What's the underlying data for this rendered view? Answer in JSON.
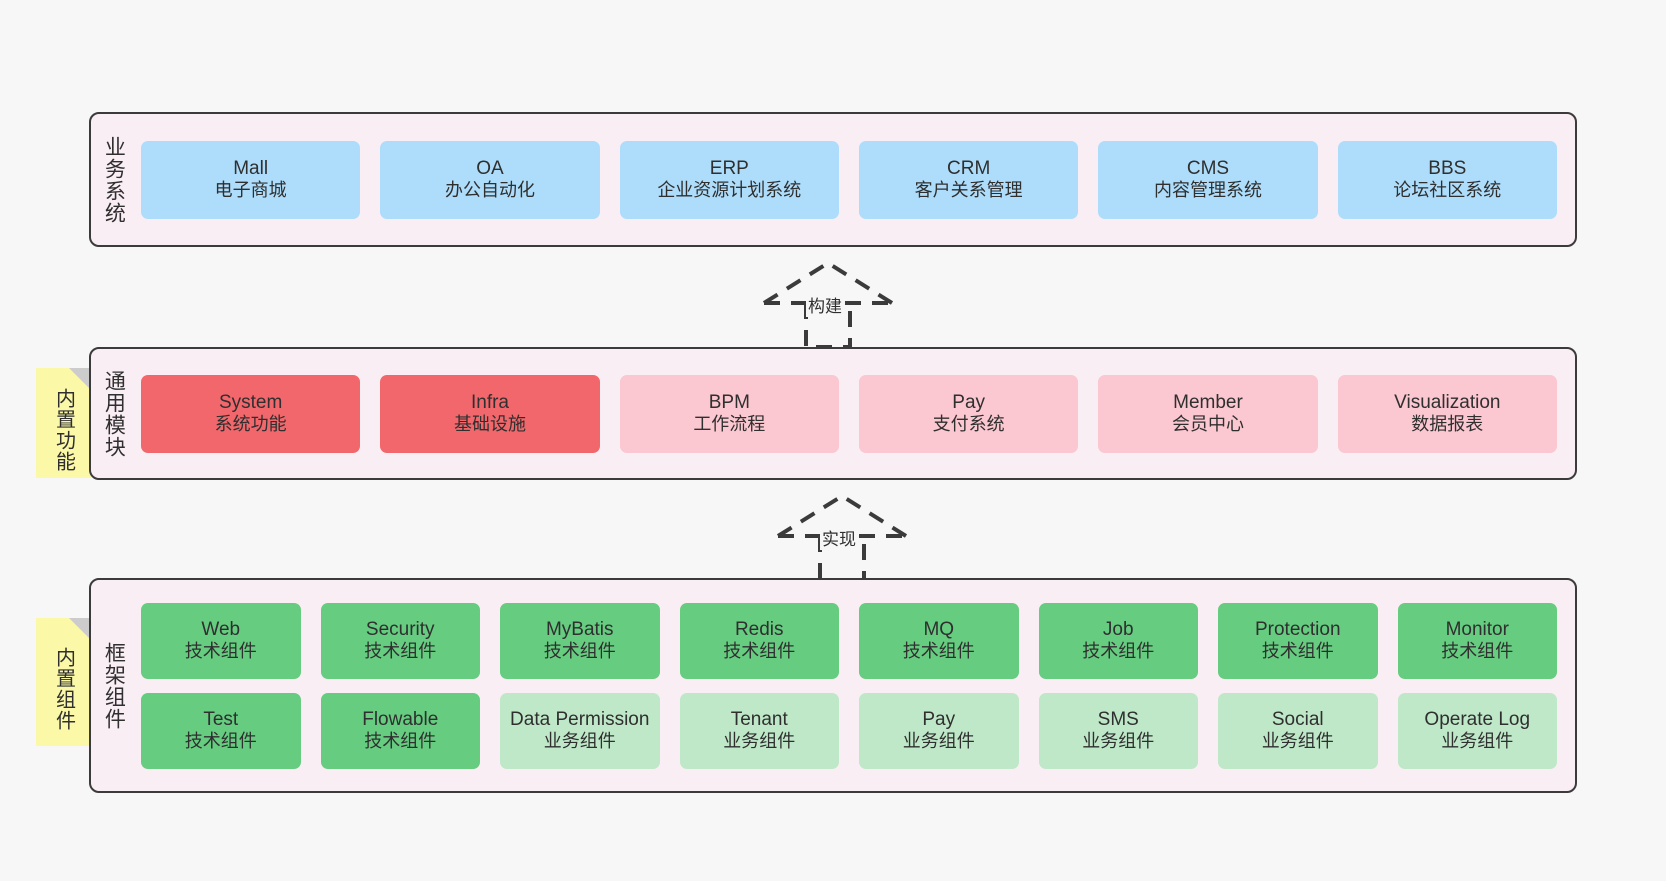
{
  "palette": {
    "background": "#f7f7f7",
    "layer_fill": "#faeef5",
    "layer_border": "#3b3b3b",
    "blue": "#aeddfb",
    "red": "#f2676c",
    "pink": "#fbc7d0",
    "green": "#66cc80",
    "light_green": "#bfe8c8",
    "note_yellow": "#fbf8a8",
    "note_fold": "#cccccc"
  },
  "layers": {
    "business": {
      "title": "业务系统",
      "cards": [
        {
          "en": "Mall",
          "cn": "电子商城",
          "color": "blue"
        },
        {
          "en": "OA",
          "cn": "办公自动化",
          "color": "blue"
        },
        {
          "en": "ERP",
          "cn": "企业资源计划系统",
          "color": "blue"
        },
        {
          "en": "CRM",
          "cn": "客户关系管理",
          "color": "blue"
        },
        {
          "en": "CMS",
          "cn": "内容管理系统",
          "color": "blue"
        },
        {
          "en": "BBS",
          "cn": "论坛社区系统",
          "color": "blue"
        }
      ]
    },
    "common": {
      "title": "通用模块",
      "note": "内置功能",
      "cards": [
        {
          "en": "System",
          "cn": "系统功能",
          "color": "red"
        },
        {
          "en": "Infra",
          "cn": "基础设施",
          "color": "red"
        },
        {
          "en": "BPM",
          "cn": "工作流程",
          "color": "pink"
        },
        {
          "en": "Pay",
          "cn": "支付系统",
          "color": "pink"
        },
        {
          "en": "Member",
          "cn": "会员中心",
          "color": "pink"
        },
        {
          "en": "Visualization",
          "cn": "数据报表",
          "color": "pink"
        }
      ]
    },
    "framework": {
      "title": "框架组件",
      "note": "内置组件",
      "row1": [
        {
          "en": "Web",
          "cn": "技术组件",
          "color": "green"
        },
        {
          "en": "Security",
          "cn": "技术组件",
          "color": "green"
        },
        {
          "en": "MyBatis",
          "cn": "技术组件",
          "color": "green"
        },
        {
          "en": "Redis",
          "cn": "技术组件",
          "color": "green"
        },
        {
          "en": "MQ",
          "cn": "技术组件",
          "color": "green"
        },
        {
          "en": "Job",
          "cn": "技术组件",
          "color": "green"
        },
        {
          "en": "Protection",
          "cn": "技术组件",
          "color": "green"
        },
        {
          "en": "Monitor",
          "cn": "技术组件",
          "color": "green"
        }
      ],
      "row2": [
        {
          "en": "Test",
          "cn": "技术组件",
          "color": "green"
        },
        {
          "en": "Flowable",
          "cn": "技术组件",
          "color": "green"
        },
        {
          "en": "Data Permission",
          "cn": "业务组件",
          "color": "light_green"
        },
        {
          "en": "Tenant",
          "cn": "业务组件",
          "color": "light_green"
        },
        {
          "en": "Pay",
          "cn": "业务组件",
          "color": "light_green"
        },
        {
          "en": "SMS",
          "cn": "业务组件",
          "color": "light_green"
        },
        {
          "en": "Social",
          "cn": "业务组件",
          "color": "light_green"
        },
        {
          "en": "Operate Log",
          "cn": "业务组件",
          "color": "light_green"
        }
      ]
    }
  },
  "connectors": [
    {
      "label": "构建"
    },
    {
      "label": "实现"
    }
  ]
}
